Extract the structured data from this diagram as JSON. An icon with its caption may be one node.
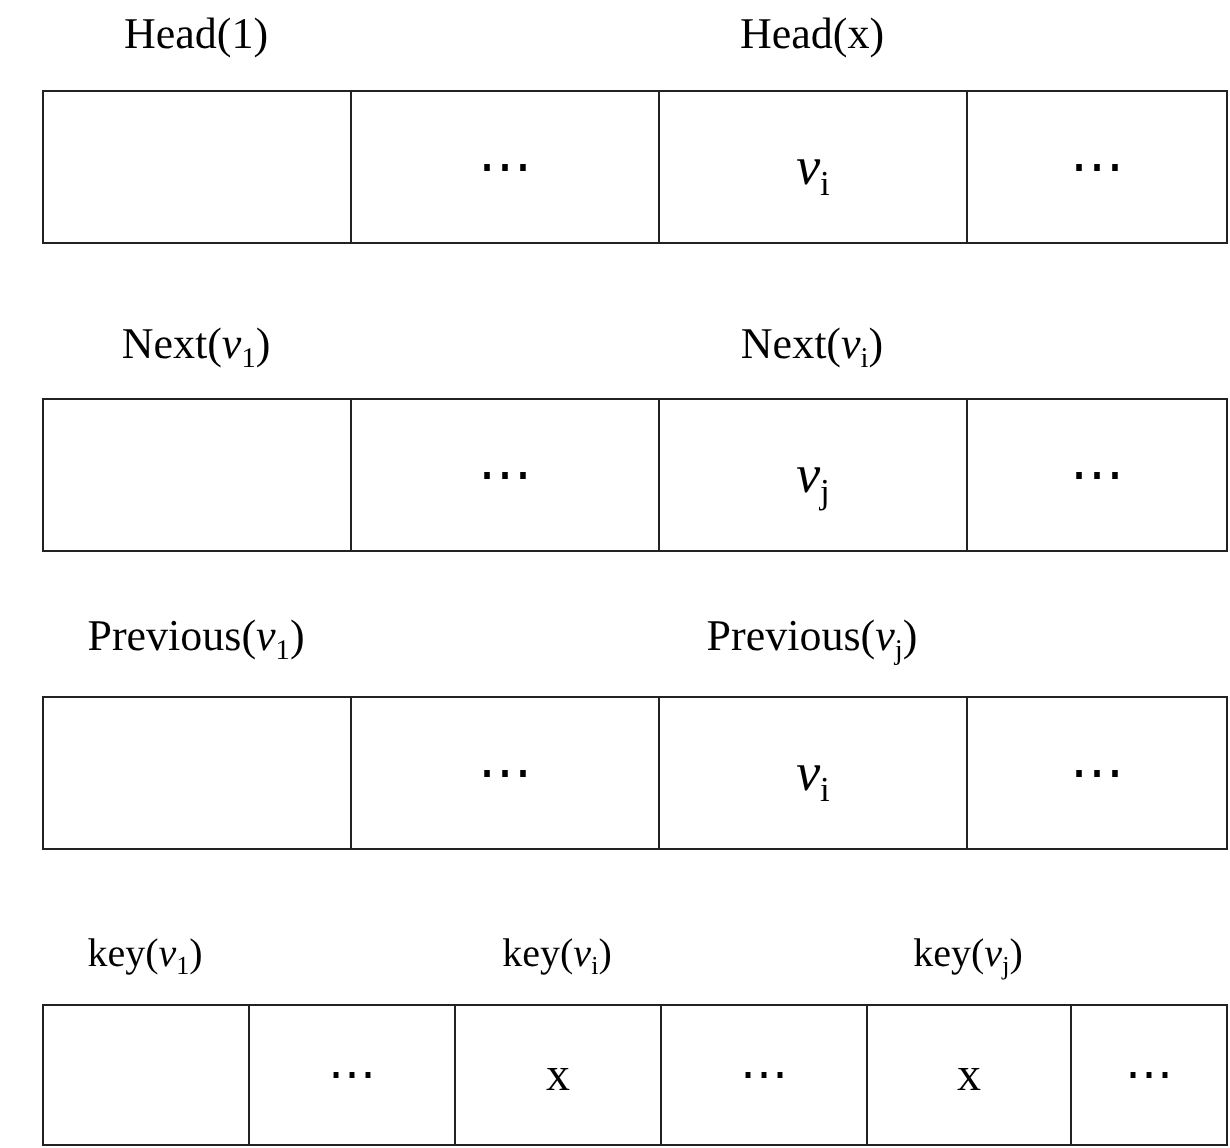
{
  "diagram": {
    "nodes": [
      {
        "text": [],
        "shape": "box",
        "beside": [
          "Head(1)"
        ]
      },
      {
        "text": [
          "⋯"
        ]
      },
      {
        "text": [
          "*v*$_{i}$"
        ],
        "beside": [
          "Head(x)"
        ]
      },
      {
        "text": [
          "⋯"
        ]
      },
      {
        "text": [],
        "shape": "box",
        "beside": [
          "Next(*v*$_{1}$)"
        ]
      },
      {
        "text": [
          "⋯"
        ]
      },
      {
        "text": [
          "*v*$_{j}$"
        ],
        "beside": [
          "Next(*v*$_{i}$)"
        ]
      },
      {
        "text": [
          "⋯"
        ]
      },
      {
        "text": [],
        "shape": "box",
        "beside": [
          "Previous(*v*$_{1}$)"
        ]
      },
      {
        "text": [
          "⋯"
        ]
      },
      {
        "text": [
          "*v*$_{i}$"
        ],
        "beside": [
          "Previous(*v*$_{j}$)"
        ]
      },
      {
        "text": [
          "⋯"
        ]
      },
      {
        "text": [],
        "shape": "box",
        "beside": [
          "key(*v*$_{1}$)"
        ]
      },
      {
        "text": [
          "⋯"
        ]
      },
      {
        "text": [
          "x"
        ],
        "beside": [
          "key(*v*$_{i}$)"
        ]
      },
      {
        "text": [
          "⋯"
        ]
      },
      {
        "text": [
          "x"
        ],
        "beside": [
          "key(*v*$_{j}$)"
        ]
      },
      {
        "text": [
          "⋯"
        ]
      }
    ]
  }
}
